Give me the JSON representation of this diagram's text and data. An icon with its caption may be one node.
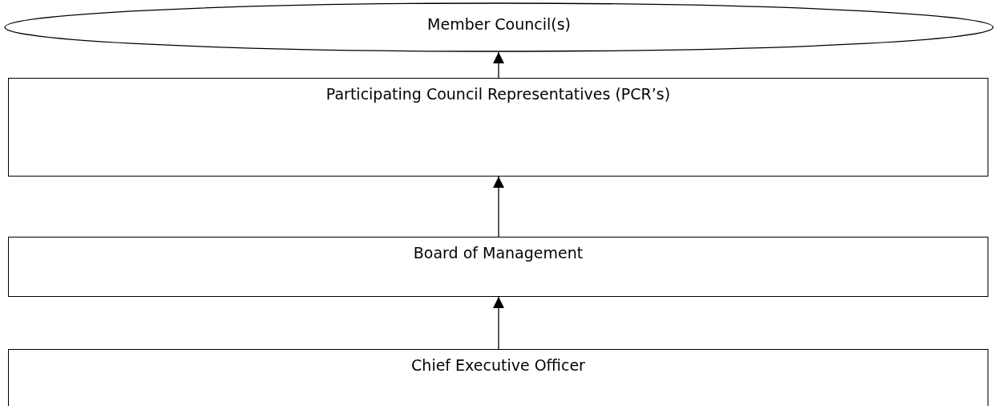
{
  "diagram": {
    "nodes": [
      {
        "text": [
          "Member Council(s)"
        ]
      },
      {
        "text": [
          "Participating Council Representatives (PCR’s)"
        ]
      },
      {
        "text": [
          "Board of Management"
        ]
      },
      {
        "text": [
          "Chief Executive Officer"
        ]
      }
    ],
    "edges": [
      {
        "from": 1,
        "to": 0,
        "arrow": "to"
      },
      {
        "from": 2,
        "to": 1,
        "arrow": "to"
      },
      {
        "from": 3,
        "to": 2,
        "arrow": "to"
      }
    ]
  }
}
